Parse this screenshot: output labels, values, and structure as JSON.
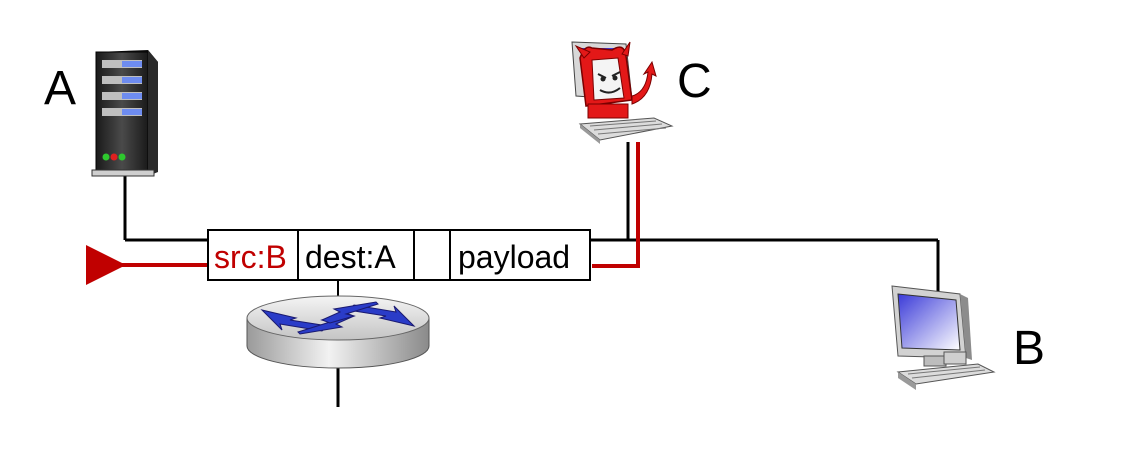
{
  "nodes": {
    "a": {
      "label": "A",
      "icon": "server-icon"
    },
    "b": {
      "label": "B",
      "icon": "desktop-computer-icon"
    },
    "c": {
      "label": "C",
      "icon": "devil-computer-icon"
    },
    "router": {
      "icon": "router-icon"
    }
  },
  "packet": {
    "src": "src:B",
    "dest": "dest:A",
    "empty": "",
    "payload": "payload"
  },
  "colors": {
    "spoof": "#c00000",
    "link": "#000000",
    "arrow": "#c00000"
  }
}
